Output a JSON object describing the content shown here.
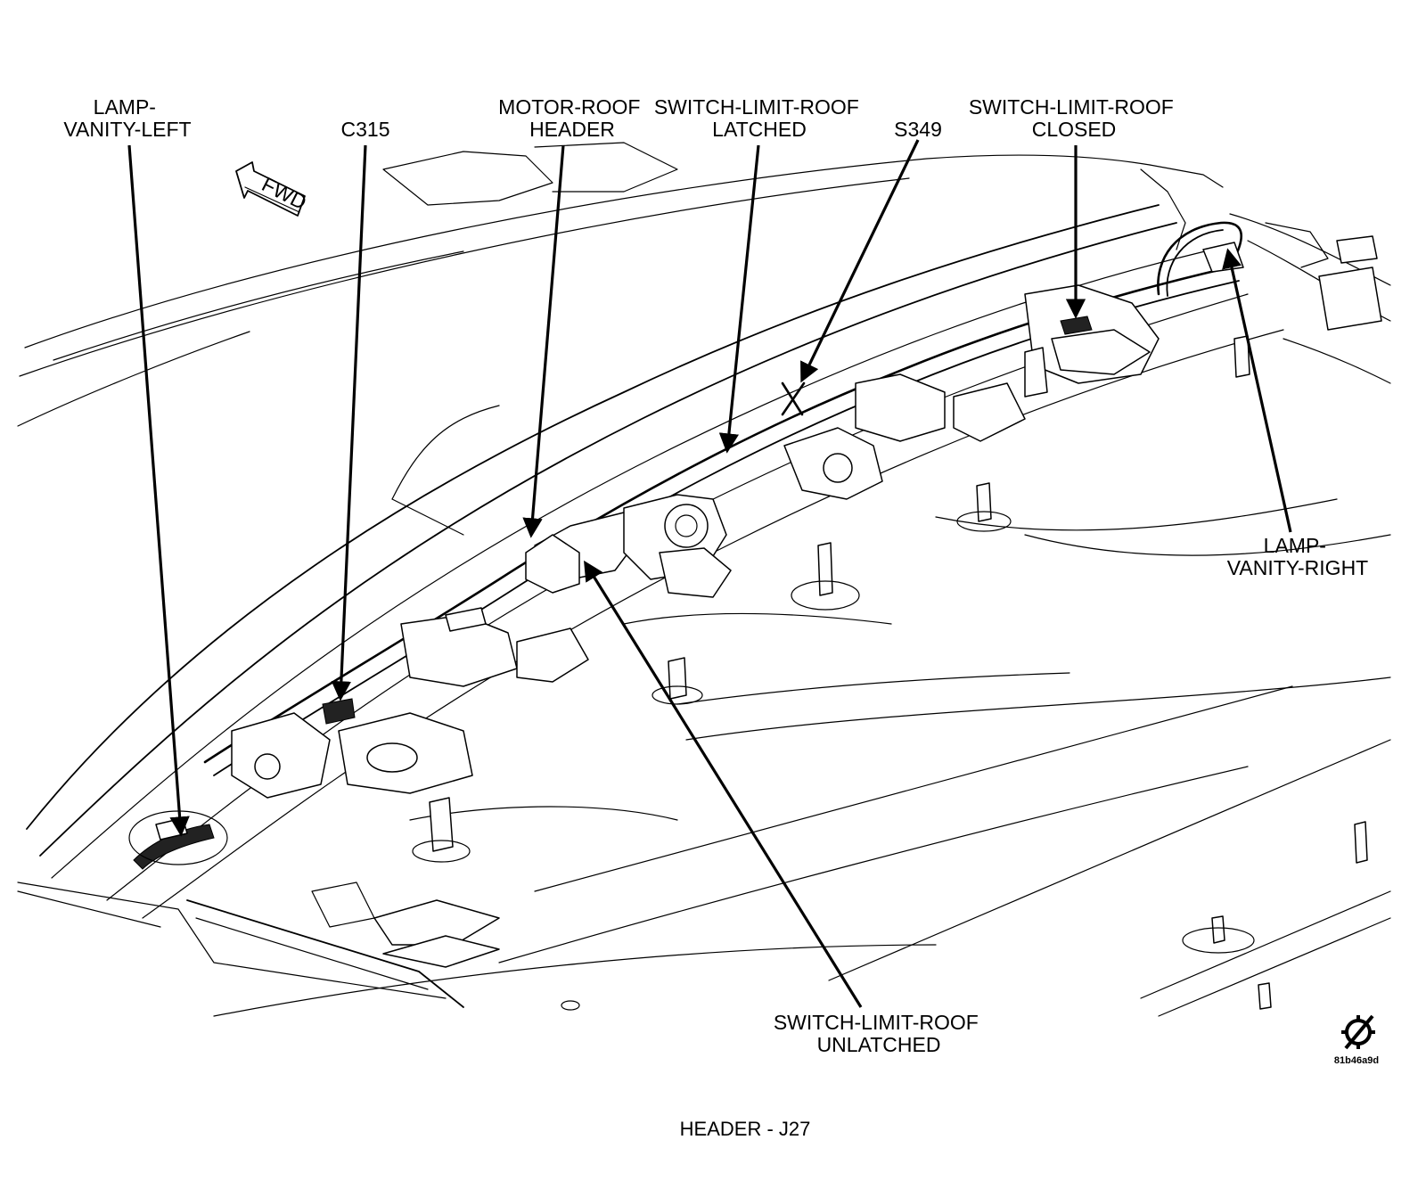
{
  "labels": {
    "lamp_vanity_left": [
      "LAMP-",
      "VANITY-LEFT"
    ],
    "c315": "C315",
    "motor_roof_header": [
      "MOTOR-ROOF",
      "HEADER"
    ],
    "switch_limit_roof_latched": [
      "SWITCH-LIMIT-ROOF",
      "LATCHED"
    ],
    "s349": "S349",
    "switch_limit_roof_closed": [
      "SWITCH-LIMIT-ROOF",
      "CLOSED"
    ],
    "lamp_vanity_right": [
      "LAMP-",
      "VANITY-RIGHT"
    ],
    "switch_limit_roof_unlatched": [
      "SWITCH-LIMIT-ROOF",
      "UNLATCHED"
    ]
  },
  "fwd_label": "FWD",
  "caption": "HEADER - J27",
  "figure_code": "81b46a9d",
  "icons": {
    "direction_arrow": "fwd-arrow-icon",
    "corner_symbol": "gear-slash-icon"
  }
}
